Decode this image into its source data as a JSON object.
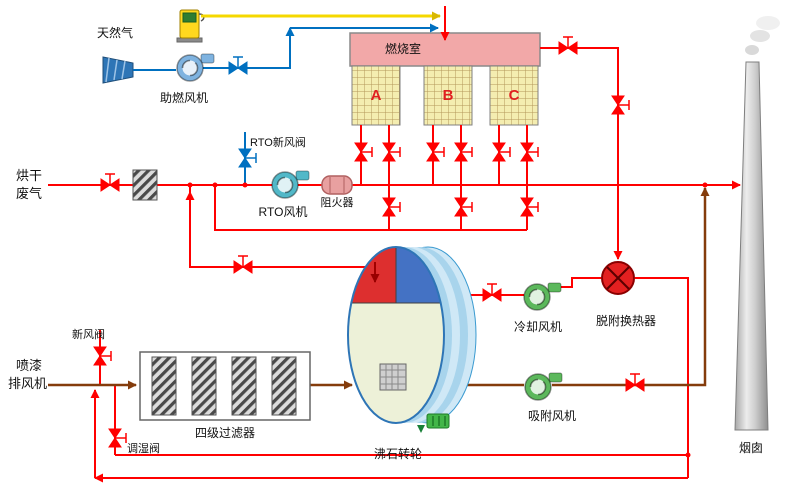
{
  "diagram": {
    "type": "process-flow-diagram",
    "labels": {
      "natural_gas": "天然气",
      "combustion_fan": "助燃风机",
      "combustion_chamber": "燃烧室",
      "bed_a": "A",
      "bed_b": "B",
      "bed_c": "C",
      "rto_fresh_air_valve": "RTO新风阀",
      "drying_exhaust_l1": "烘干",
      "drying_exhaust_l2": "废气",
      "rto_fan": "RTO风机",
      "flame_arrester": "阻火器",
      "desorption_heat_exchanger": "脱附换热器",
      "cooling_fan": "冷却风机",
      "adsorption_fan": "吸附风机",
      "zeolite_rotor": "沸石转轮",
      "four_stage_filter": "四级过滤器",
      "paint_exhaust_fan_l1": "喷漆",
      "paint_exhaust_fan_l2": "排风机",
      "fresh_air_valve": "新风阀",
      "humidity_valve": "调湿阀",
      "chimney": "烟囱"
    },
    "colors": {
      "hot_gas": "#ff0000",
      "fresh_air": "#0070c0",
      "natural_gas": "#f5d800",
      "paint_exhaust": "#843c0c",
      "chamber_fill": "#f2a8a8",
      "bed_letter": "#e02020",
      "rotor_desorb_sector": "#dd2f2f",
      "rotor_cool_sector": "#4472c4",
      "heat_exchanger": "#e32020",
      "chimney_gray": "#c8c8c8"
    }
  }
}
